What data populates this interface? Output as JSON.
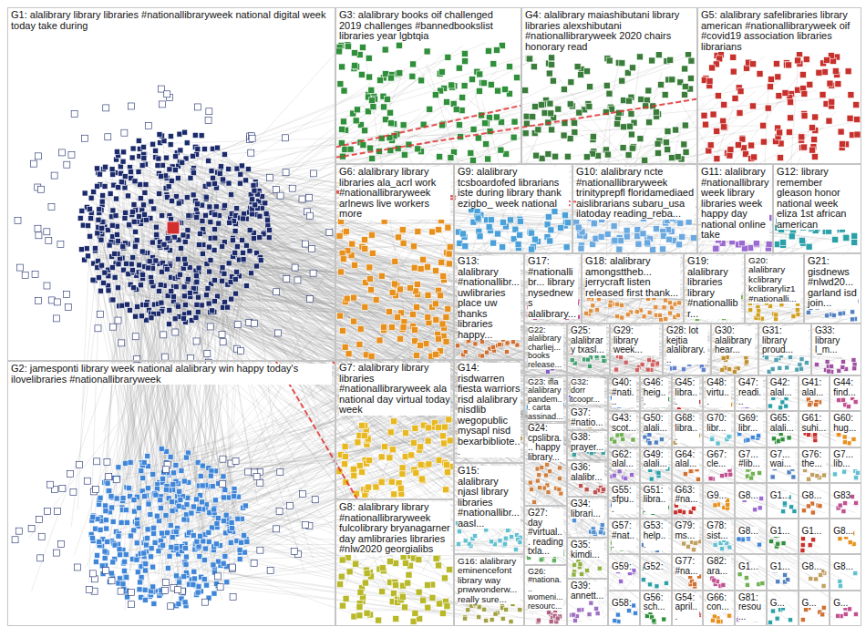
{
  "diagram": {
    "nodes": [
      {
        "text": [
          "G1: alalibrary library libraries #nationallibraryweek national digital week today take during"
        ]
      },
      {
        "text": [
          "G2: jamesponti library week national alalibrary win happy today's ilovelibraries #nationallibraryweek"
        ]
      },
      {
        "text": [
          "G3: alalibrary books oif challenged 2019 challenges #bannedbookslist libraries year lgbtqia"
        ]
      },
      {
        "text": [
          "G4: alalibrary maiashibutani library libraries alexshibutani #nationallibraryweek 2020 chairs honorary read"
        ]
      },
      {
        "text": [
          "G5: alalibrary safelibraries library american #nationallibraryweek oif #covid19 association libraries librarians"
        ]
      },
      {
        "text": [
          "G6: alalibrary library libraries ala_acrl work #nationallibraryweek arlnews live workers more"
        ]
      },
      {
        "text": [
          "G7: alalibrary library libraries #nationallibraryweek ala national day virtual today week"
        ]
      },
      {
        "text": [
          "G8: alalibrary library #nationallibraryweek fulcolibrary bryanagarner day amlibraries libraries #nlw2020 georgialibs"
        ]
      },
      {
        "text": [
          "G9: alalibrary tcsboardofed librarians iste during library thank ezigbo_ week national"
        ]
      },
      {
        "text": [
          "G10: alalibrary ncte #nationallibraryweek trinityprepfl floridamediaed aislibrarians subaru_usa ilatoday reading_reba..."
        ]
      },
      {
        "text": [
          "G11: alalibrary #nationallibraryweek library libraries week happy day national online take"
        ]
      },
      {
        "text": [
          "G12: library remember gleason honor national week eliza 1st african american"
        ]
      },
      {
        "text": [
          "G13: alalibrary #nationallibr... uwlibraries place uw thanks libraries happy..."
        ]
      },
      {
        "text": [
          "G17: #nationallibr... library nysednews alalibrary..."
        ]
      },
      {
        "text": [
          "G18: alalibrary amongsttheb... jerrycraft listen released first thank..."
        ]
      },
      {
        "text": [
          "G19: alalibrary libraries library #nationallibr..."
        ]
      },
      {
        "text": [
          "G20: alalibrary kclibrary kclibraryliz1 #nationalli..."
        ]
      },
      {
        "text": [
          "G21: gisdnews #nlwd20... garland isd join..."
        ]
      },
      {
        "text": [
          "G14: risdwarren fiesta warriors risd alalibrary nisdlib wegopublic mysapl nisd bexarbibliote..."
        ]
      },
      {
        "text": [
          "G15: alalibrary njasl library libraries #nationallibr... aasl..."
        ]
      },
      {
        "text": [
          "G16: alalibrary eminencefont library way pnwwonderw... really sure..."
        ]
      },
      {
        "text": [
          "G22: alalibrary charliej... books release..."
        ]
      },
      {
        "text": [
          "G25: alalibrary txasl..."
        ]
      },
      {
        "text": [
          "G29: library week..."
        ]
      },
      {
        "text": [
          "G28: lot kejtia alalibrary..."
        ]
      },
      {
        "text": [
          "G30: alalibrary hear..."
        ]
      },
      {
        "text": [
          "G31: library proud..."
        ]
      },
      {
        "text": [
          "G33: library l_m..."
        ]
      },
      {
        "text": [
          "G23: ifla alalibrary pandem... carta assinad..."
        ]
      },
      {
        "text": [
          "G24: cpslibra... happy library..."
        ]
      },
      {
        "text": [
          "G27: day #virtual... reading txla..."
        ]
      },
      {
        "text": [
          "G26: #nationa... womeni... resourc..."
        ]
      },
      {
        "text": [
          "G32: dorr tcoopr..."
        ]
      },
      {
        "text": [
          "G37: #natio..."
        ]
      },
      {
        "text": [
          "G38: prayer..."
        ]
      },
      {
        "text": [
          "G36: alalibr..."
        ]
      },
      {
        "text": [
          "G34: librari..."
        ]
      },
      {
        "text": [
          "G35: kimdi..."
        ]
      },
      {
        "text": [
          "G39: annett..."
        ]
      },
      {
        "text": [
          "G40: #nati..."
        ]
      },
      {
        "text": [
          "G46: heig..."
        ]
      },
      {
        "text": [
          "G45: libra..."
        ]
      },
      {
        "text": [
          "G48: virtu..."
        ]
      },
      {
        "text": [
          "G47: readi..."
        ]
      },
      {
        "text": [
          "G42: alal..."
        ]
      },
      {
        "text": [
          "G41: alal..."
        ]
      },
      {
        "text": [
          "G44: find..."
        ]
      },
      {
        "text": [
          "G43: scot..."
        ]
      },
      {
        "text": [
          "G50: alali..."
        ]
      },
      {
        "text": [
          "G68: libra..."
        ]
      },
      {
        "text": [
          "G70: libr..."
        ]
      },
      {
        "text": [
          "G69: libr..."
        ]
      },
      {
        "text": [
          "G65: alali..."
        ]
      },
      {
        "text": [
          "G61: suhi..."
        ]
      },
      {
        "text": [
          "G60: hug..."
        ]
      },
      {
        "text": [
          "G62: alal..."
        ]
      },
      {
        "text": [
          "G49: alali..."
        ]
      },
      {
        "text": [
          "G64: alal..."
        ]
      },
      {
        "text": [
          "G67: cle..."
        ]
      },
      {
        "text": [
          "G7... #lib..."
        ]
      },
      {
        "text": [
          "G7... wai..."
        ]
      },
      {
        "text": [
          "G76: the..."
        ]
      },
      {
        "text": [
          "G7... lib..."
        ]
      },
      {
        "text": [
          "G55: sfpu..."
        ]
      },
      {
        "text": [
          "G51: libra..."
        ]
      },
      {
        "text": [
          "G63: #na..."
        ]
      },
      {
        "text": [
          "G9..."
        ]
      },
      {
        "text": [
          "G8..."
        ]
      },
      {
        "text": [
          "G1..."
        ]
      },
      {
        "text": [
          "G8..."
        ]
      },
      {
        "text": [
          "G83"
        ]
      },
      {
        "text": [
          "G57: #nat..."
        ]
      },
      {
        "text": [
          "G53: help..."
        ]
      },
      {
        "text": [
          "G79: ms..."
        ]
      },
      {
        "text": [
          "G78: sist..."
        ]
      },
      {
        "text": [
          "G8..."
        ]
      },
      {
        "text": [
          "G1..."
        ]
      },
      {
        "text": [
          "G1..."
        ]
      },
      {
        "text": [
          "G8..."
        ]
      },
      {
        "text": [
          "G59:"
        ]
      },
      {
        "text": [
          "G52:"
        ]
      },
      {
        "text": [
          "G77: #na..."
        ]
      },
      {
        "text": [
          "G82: ara..."
        ]
      },
      {
        "text": [
          "G1..."
        ]
      },
      {
        "text": [
          "G1..."
        ]
      },
      {
        "text": [
          "G8..."
        ]
      },
      {
        "text": [
          "G8..."
        ]
      },
      {
        "text": [
          "G58:"
        ]
      },
      {
        "text": [
          "G56: sch..."
        ]
      },
      {
        "text": [
          "G54: april..."
        ]
      },
      {
        "text": [
          "G66: con..."
        ]
      },
      {
        "text": [
          "G81: resou..."
        ]
      },
      {
        "text": [
          "G..."
        ]
      },
      {
        "text": [
          "G..."
        ]
      },
      {
        "text": [
          "G..."
        ]
      }
    ],
    "edges": [
      {
        "from": 0,
        "to": 2,
        "arrow": "none"
      },
      {
        "from": 0,
        "to": 3,
        "arrow": "none"
      },
      {
        "from": 0,
        "to": 4,
        "arrow": "none"
      },
      {
        "from": 0,
        "to": 5,
        "arrow": "none"
      },
      {
        "from": 0,
        "to": 6,
        "arrow": "none"
      },
      {
        "from": 0,
        "to": 7,
        "arrow": "none"
      },
      {
        "from": 0,
        "to": 1,
        "arrow": "none"
      },
      {
        "from": 0,
        "to": 9,
        "arrow": "none"
      },
      {
        "from": 0,
        "to": 10,
        "arrow": "none"
      },
      {
        "from": 1,
        "to": 7,
        "arrow": "none"
      }
    ]
  }
}
